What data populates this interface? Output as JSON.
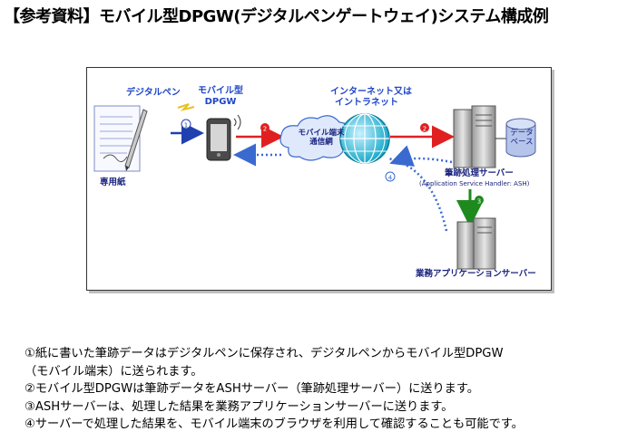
{
  "title": "【参考資料】モバイル型DPGW(デジタルペンゲートウェイ)システム構成例",
  "diagram": {
    "digital_pen": "デジタルペン",
    "mobile_dpgw_line1": "モバイル型",
    "mobile_dpgw_line2": "DPGW",
    "special_paper": "専用紙",
    "mobile_network_line1": "モバイル端末",
    "mobile_network_line2": "通信網",
    "internet_line1": "インターネット又は",
    "internet_line2": "イントラネット",
    "database_line1": "データ",
    "database_line2": "ベース",
    "ash_server": "筆跡処理サーバー",
    "ash_server_sub": "(Application Service Handler: ASH)",
    "business_server": "業務アプリケーションサーバー",
    "step_markers": [
      "①",
      "②",
      "②",
      "③",
      "④"
    ]
  },
  "steps": [
    "①紙に書いた筆跡データはデジタルペンに保存され、デジタルペンからモバイル型DPGW",
    "（モバイル端末）に送られます。",
    "②モバイル型DPGWは筆跡データをASHサーバー（筆跡処理サーバー）に送ります。",
    "③ASHサーバーは、処理した結果を業務アプリケーションサーバーに送ります。",
    "④サーバーで処理した結果を、モバイル端末のブラウザを利用して確認することも可能です。"
  ]
}
